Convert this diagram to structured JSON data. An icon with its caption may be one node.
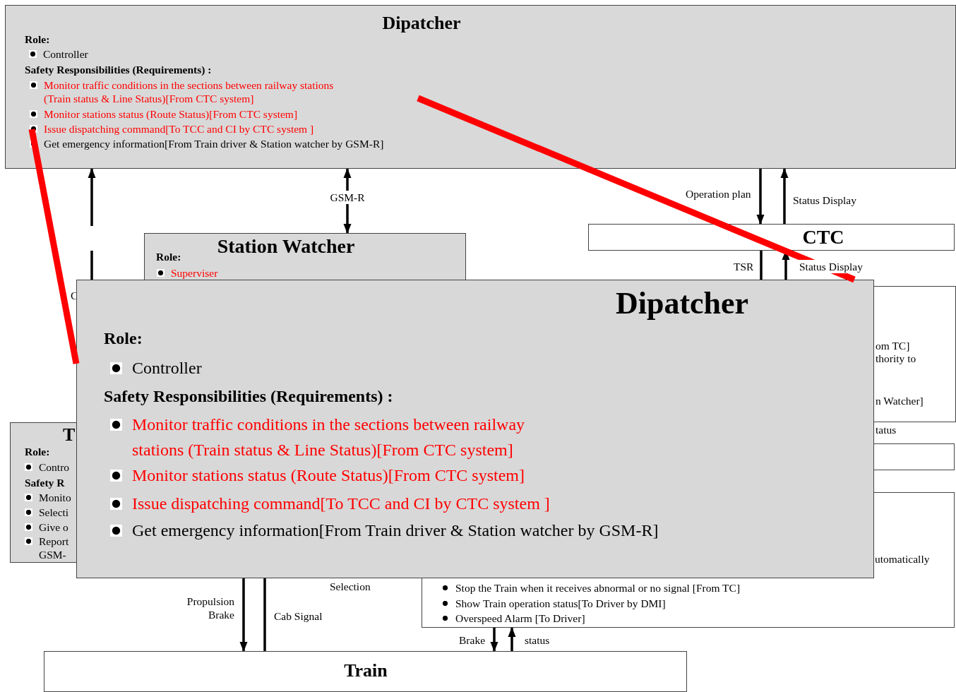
{
  "diagram": {
    "nodes": [
      {
        "text": [
          "Dipatcher",
          "Role:",
          "Controller",
          "Safety Responsibilities (Requirements) :",
          "Monitor traffic conditions in the sections between railway stations (Train status & Line Status)[From CTC system]",
          "Monitor stations status (Route Status)[From CTC system]",
          "Issue dispatching command[To TCC and CI by CTC system ]",
          "Get emergency information[From Train driver & Station watcher by GSM-R]"
        ]
      },
      {
        "text": [
          "Station Watcher",
          "Role:",
          "Superviser"
        ]
      },
      {
        "text": [
          "CTC"
        ]
      },
      {
        "text": [
          "om TC]",
          "thority to",
          "n Watcher]"
        ]
      },
      {
        "text": [],
        "shape": "box"
      },
      {
        "text": [
          "utomatically",
          "Stop the Train when it receives abnormal or no signal [From TC]",
          "Show Train operation status[To Driver by DMI]",
          "Overspeed Alarm [To Driver]"
        ]
      },
      {
        "text": [
          "T",
          "Role:",
          "Contro",
          "Safety R",
          "Monito",
          "Selecti",
          "Give o",
          "Report GSM-"
        ]
      },
      {
        "text": [
          "Train"
        ]
      },
      {
        "text": [
          "Dipatcher",
          "Role:",
          "Controller",
          "Safety Responsibilities (Requirements) :",
          "Monitor traffic conditions in the sections between railway stations (Train status & Line Status)[From CTC system]",
          "Monitor stations status (Route Status)[From CTC system]",
          "Issue dispatching command[To TCC and CI by CTC system ]",
          "Get emergency information[From Train driver & Station watcher by GSM-R]"
        ]
      }
    ],
    "edges": [
      {
        "from": 8,
        "to": 0,
        "arrow": "to",
        "style": "dashed"
      },
      {
        "from": 0,
        "to": 1,
        "arrow": "both",
        "label": "GSM-R"
      },
      {
        "from": 0,
        "to": 2,
        "arrow": "to",
        "label": "Operation plan"
      },
      {
        "from": 2,
        "to": 0,
        "arrow": "to",
        "label": "Status Display"
      },
      {
        "from": 2,
        "to": 8,
        "arrow": "none",
        "label": "TSR"
      },
      {
        "from": 8,
        "to": 2,
        "arrow": "to",
        "label": "Status Display"
      },
      {
        "from": 8,
        "to": 7,
        "arrow": "to",
        "label": "Propulsion Brake"
      },
      {
        "from": 8,
        "to": 7,
        "arrow": "none",
        "label": "Cab Signal"
      },
      {
        "from": 5,
        "to": 7,
        "arrow": "to",
        "label": "Brake"
      },
      {
        "from": 7,
        "to": 5,
        "arrow": "to",
        "label": "status"
      },
      {
        "from": 0,
        "to": 8,
        "arrow": "none",
        "style": "thick",
        "color": "#ff0000"
      },
      {
        "from": 0,
        "to": 8,
        "arrow": "none",
        "style": "thick",
        "color": "#ff0000"
      }
    ],
    "labels": [
      "C",
      "Selection",
      "tatus"
    ]
  }
}
